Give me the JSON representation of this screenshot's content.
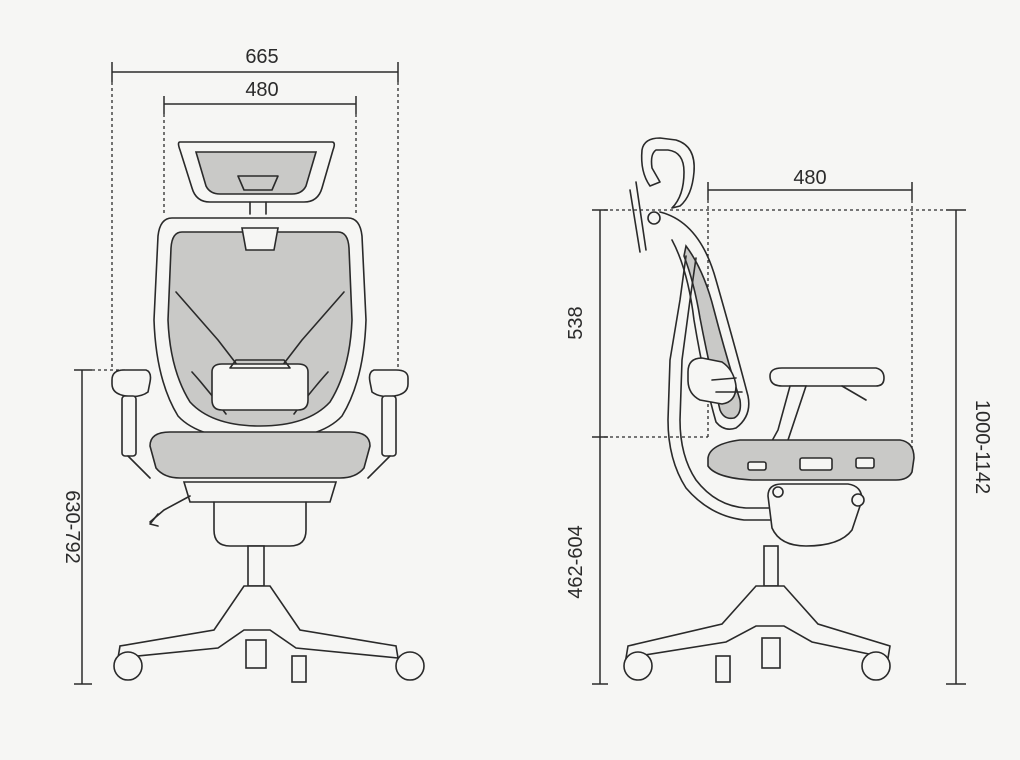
{
  "front_view": {
    "overall_width": "665",
    "seat_width": "480",
    "armrest_height": "630-792"
  },
  "side_view": {
    "seat_depth": "480",
    "backrest_height": "538",
    "seat_height": "462-604",
    "overall_height": "1000-1142"
  }
}
